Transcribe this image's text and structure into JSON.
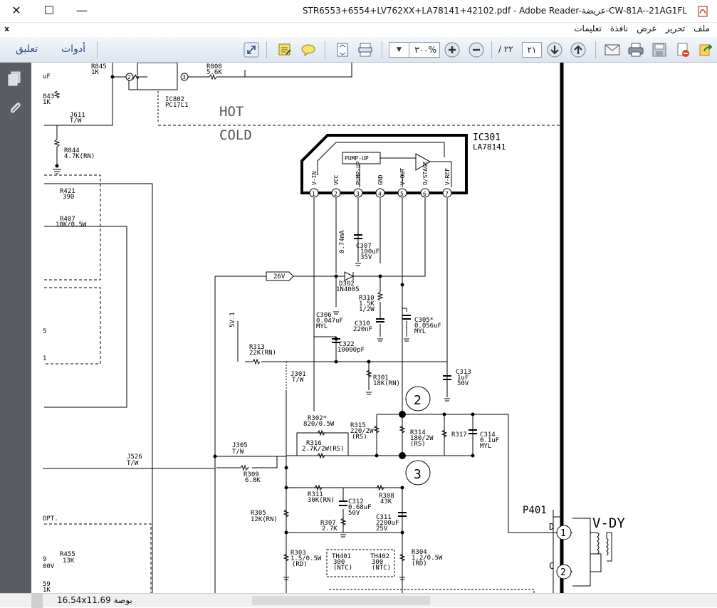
{
  "window": {
    "title": "STR6553+6554+LV762XX+LA78141+42102.pdf - Adobe Reader-عريضة-CW-81A--21AG1FL",
    "minimize_glyph": "✕",
    "maximize_glyph": "☐",
    "close_glyph": "—"
  },
  "menu": {
    "items": [
      "ملف",
      "تحرير",
      "عرض",
      "نافذة",
      "تعليمات"
    ],
    "close_glyph": "x"
  },
  "toolbar": {
    "tools_label": "أدوات",
    "comment_label": "تعليق",
    "zoom_value": "٣٠٠%",
    "page_current": "٢١",
    "page_total": "/ ٢٢"
  },
  "status": {
    "page_size": "16.54x11.69 بوصة"
  },
  "schematic": {
    "ic301_name": "IC301",
    "ic301_part": "LA78141",
    "hot_label": "HOT",
    "cold_label": "COLD",
    "ic802_name": "IC802",
    "ic802_part": "PC17L1",
    "pump_up": "PUMP-UP",
    "pin_names": [
      "V-IN",
      "VCC",
      "PUMP-UP",
      "GND",
      "V-OUT",
      "O/STAGE",
      "V-REF"
    ],
    "pin_numbers": [
      "1",
      "2",
      "3",
      "4",
      "5",
      "6",
      "7"
    ],
    "r845": "R845",
    "r845_v": "1K",
    "r808": "R808",
    "r808_v": "5.6K",
    "r843": "843",
    "r843_v": "1K",
    "j611": "J611",
    "j611_v": "T/W",
    "r844": "R844",
    "r844_v": "4.7K(RN)",
    "r421": "R421",
    "r421_v": "390",
    "r407": "R407",
    "r407_v": "10K/0.5W",
    "c307": "C307",
    "c307_v1": "100uF",
    "c307_v2": "35V",
    "current": "0.74mA",
    "v26": "26V",
    "d302": "D302",
    "d302_v": "1N4005",
    "r310": "R310",
    "r310_v1": "1.5K",
    "r310_v2": "1/2W",
    "c306": "C306",
    "c306_v1": "0.047uF",
    "c306_v2": "MYL",
    "c310": "C310",
    "c310_v": "220nF",
    "c305": "C305*",
    "c305_v1": "0.056uF",
    "c305_v2": "MYL",
    "v5_1": "5V.1",
    "r313": "R313",
    "r313_v": "22K(RN)",
    "c322": "C322",
    "c322_v": "10000pF",
    "c313": "C313",
    "c313_v1": "1uF",
    "c313_v2": "50V",
    "j301": "J301",
    "j301_v": "T/W",
    "r301": "R301",
    "r301_v": "18K(RN)",
    "node2": "2",
    "node3": "3",
    "r302": "R302*",
    "r302_v": "820/0.5W",
    "r315": "R315",
    "r315_v1": "220/2W",
    "r315_v2": "(RS)",
    "r314": "R314",
    "r314_v1": "180/2W",
    "r314_v2": "(RS)",
    "r317": "R317",
    "c314": "C314",
    "c314_v1": "0.1uF",
    "c314_v2": "MYL",
    "r316": "R316",
    "r316_v": "2.7K/2W(RS)",
    "j305": "J305",
    "j305_v": "T/W",
    "j526": "J526",
    "j526_v": "T/W",
    "r309": "R309",
    "r309_v": "6.8K",
    "r311": "R311",
    "r311_v": "30K(RN)",
    "c312": "C312",
    "c312_v1": "0.68uF",
    "c312_v2": "50V",
    "r308": "R308",
    "r308_v": "43K",
    "r305": "R305",
    "r305_v": "12K(RN)",
    "r307": "R307",
    "r307_v": "2.7K",
    "c311": "C311",
    "c311_v1": "2200uF",
    "c311_v2": "25V",
    "p401": "P401",
    "vdy": "V-DY",
    "pin_d": "D",
    "pin_c": "C",
    "conn1": "1",
    "conn2": "2",
    "r303": "R303",
    "r303_v1": "1.5/0.5W",
    "r303_v2": "(RD)",
    "th401": "TH401",
    "th401_v1": "300",
    "th401_v2": "(NTC)",
    "th402": "TH402",
    "th402_v1": "300",
    "th402_v2": "(NTC)",
    "r304": "R304",
    "r304_v1": "1.2/0.5W",
    "r304_v2": "(RD)",
    "r455": "R455",
    "r455_v": "13K",
    "opt": "OPT.",
    "left_frag_1": "uF",
    "left_frag_2": "5",
    "left_frag_3": "1",
    "left_frag_4": "9",
    "left_frag_5": "00V",
    "left_frag_6": "59",
    "left_frag_7": "1K"
  }
}
